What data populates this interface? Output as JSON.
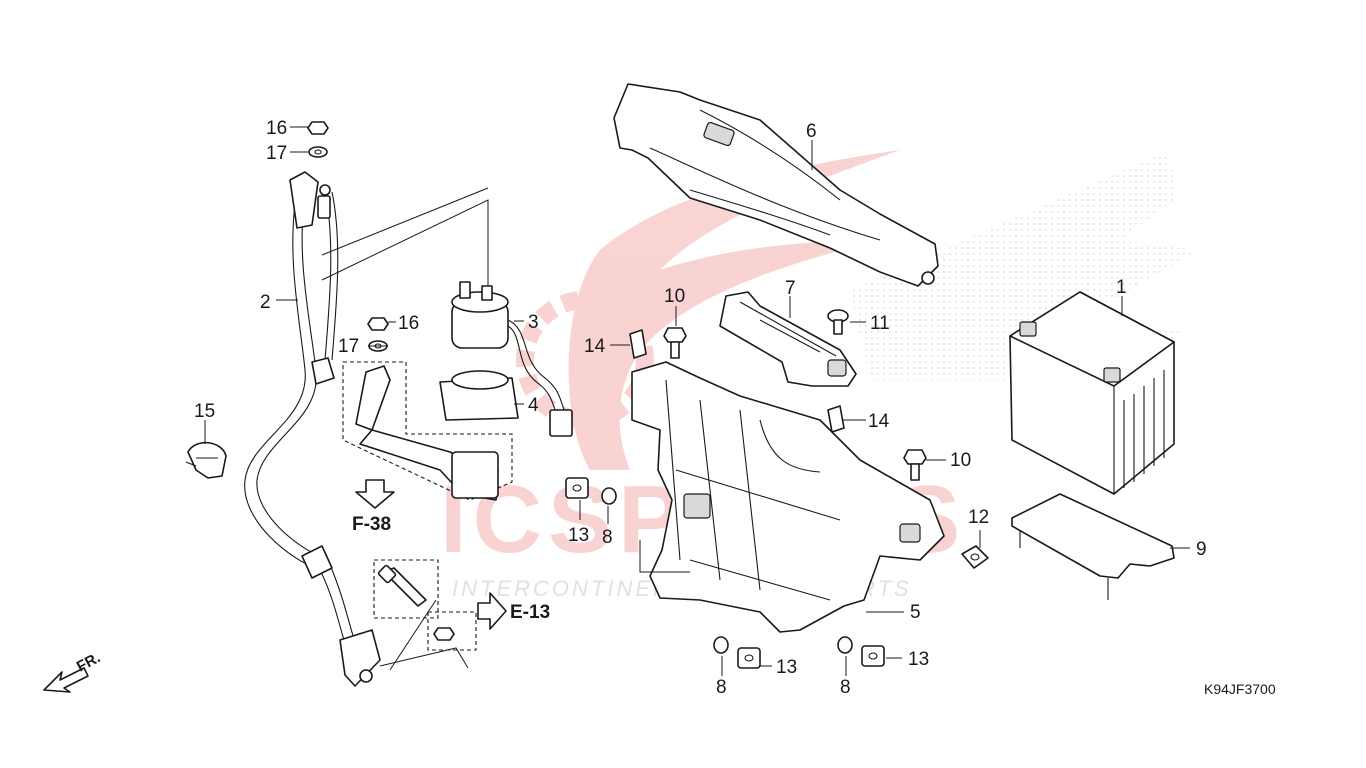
{
  "diagram": {
    "code": "K94JF3700",
    "callouts": {
      "c1": "1",
      "c2": "2",
      "c3": "3",
      "c4": "4",
      "c5": "5",
      "c6": "6",
      "c7": "7",
      "c8a": "8",
      "c8b": "8",
      "c8c": "8",
      "c9": "9",
      "c10a": "10",
      "c10b": "10",
      "c11": "11",
      "c12": "12",
      "c13a": "13",
      "c13b": "13",
      "c13c": "13",
      "c14a": "14",
      "c14b": "14",
      "c15": "15",
      "c16a": "16",
      "c16b": "16",
      "c17a": "17",
      "c17b": "17"
    },
    "refs": {
      "f38": "F-38",
      "e13": "E-13"
    },
    "direction_label": "FR.",
    "watermark": {
      "brand": "ICSPARTS",
      "tagline": "INTERCONTINENTAL SPARE PARTS",
      "color": "#e53935"
    }
  }
}
